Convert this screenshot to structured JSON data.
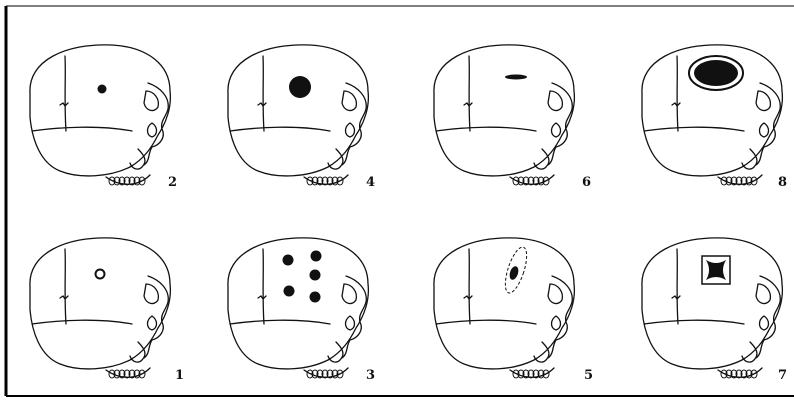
{
  "figure": {
    "panels": [
      {
        "id": "p2",
        "label": "2",
        "mark": "small-dot"
      },
      {
        "id": "p4",
        "label": "4",
        "mark": "large-blot"
      },
      {
        "id": "p6",
        "label": "6",
        "mark": "slit"
      },
      {
        "id": "p8",
        "label": "8",
        "mark": "large-oval-hole"
      },
      {
        "id": "p1",
        "label": "1",
        "mark": "small-ring"
      },
      {
        "id": "p3",
        "label": "3",
        "mark": "five-dots"
      },
      {
        "id": "p5",
        "label": "5",
        "mark": "elongated-oval"
      },
      {
        "id": "p7",
        "label": "7",
        "mark": "square-hole"
      }
    ],
    "colors": {
      "ink": "#111111",
      "background": "#ffffff",
      "frame": "#000000"
    }
  }
}
